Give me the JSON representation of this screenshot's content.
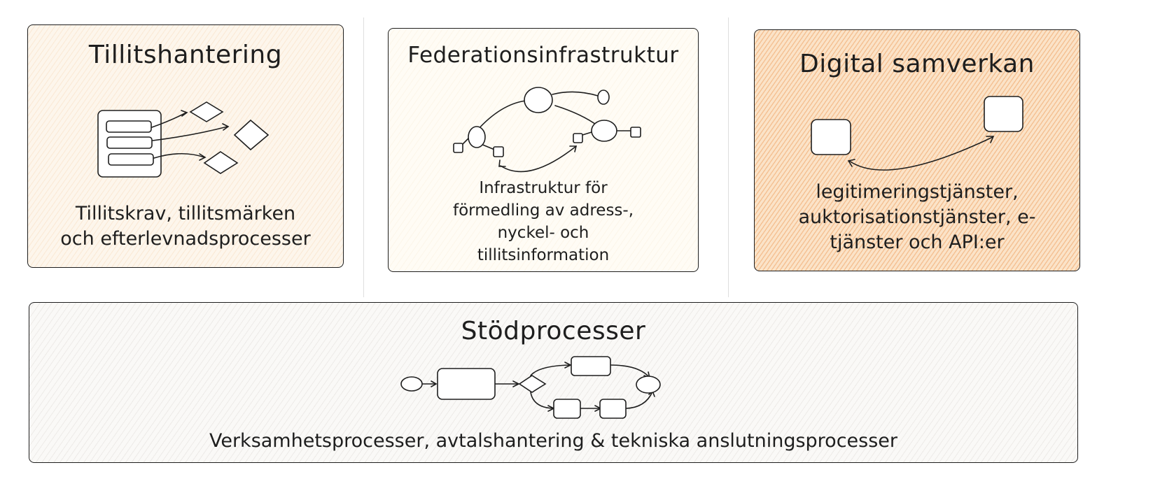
{
  "panels": {
    "tillit": {
      "title": "Tillitshantering",
      "description": "Tillitskrav, tillitsmärken och efterlevnadsprocesser"
    },
    "federation": {
      "title": "Federationsinfrastruktur",
      "description": "Infrastruktur för förmedling av adress-, nyckel- och tillitsinformation"
    },
    "digital": {
      "title": "Digital samverkan",
      "description": "legitimeringstjänster, auktorisationstjänster, e-tjänster och API:er"
    },
    "stod": {
      "title": "Stödprocesser",
      "description": "Verksamhetsprocesser, avtalshantering & tekniska anslutningsprocesser"
    }
  },
  "colors": {
    "stroke": "#1e1e1e",
    "light_orange": "#fdf6ec",
    "cream": "#fffcf5",
    "orange": "#fbe3c8",
    "grey": "#faf9f7",
    "divider": "#dedede"
  }
}
